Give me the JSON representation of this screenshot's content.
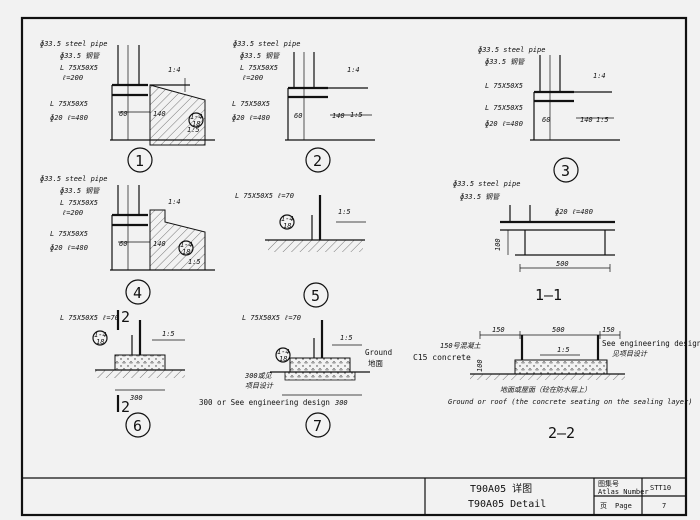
{
  "d1": {
    "pipe": "ɸ33.5 steel pipe",
    "pipe_cn": "ɸ33.5 钢管",
    "angle_top": "L 75X50X5",
    "len200": "ℓ=200",
    "angle": "L 75X50X5",
    "bar": "ɸ20  ℓ=480",
    "dim60": "60",
    "dim140": "140",
    "slope4": "1:4",
    "slope5": "1:5",
    "ref_top": "1-4",
    "ref_bot": "18",
    "num": "1"
  },
  "d2": {
    "pipe": "ɸ33.5 steel pipe",
    "pipe_cn": "ɸ33.5 钢管",
    "angle_top": "L 75X50X5",
    "len200": "ℓ=200",
    "angle": "L 75X50X5",
    "bar": "ɸ20  ℓ=480",
    "dim60": "60",
    "dim140": "140",
    "slope4": "1:4",
    "slope5": "1:5",
    "num": "2"
  },
  "d3": {
    "pipe": "ɸ33.5 steel pipe",
    "pipe_cn": "ɸ33.5 钢管",
    "angle_top": "L 75X50X5",
    "angle": "L 75X50X5",
    "bar": "ɸ20  ℓ=480",
    "dim60": "60",
    "dim140": "140",
    "slope4": "1:4",
    "slope5": "1:5",
    "num": "3"
  },
  "d4": {
    "pipe": "ɸ33.5 steel pipe",
    "pipe_cn": "ɸ33.5 钢管",
    "angle_top": "L 75X50X5",
    "len200": "ℓ=200",
    "angle": "L 75X50X5",
    "bar": "ɸ20  ℓ=480",
    "dim60": "60",
    "dim140": "140",
    "slope4": "1:4",
    "slope5": "1:5",
    "ref_top": "1-4",
    "ref_bot": "18",
    "num": "4"
  },
  "d5": {
    "angle": "L 75X50X5  ℓ=70",
    "slope5": "1:5",
    "ref_top": "1-4",
    "ref_bot": "18",
    "num": "5"
  },
  "s11": {
    "pipe": "ɸ33.5 steel pipe",
    "pipe_cn": "ɸ33.5 钢管",
    "bar": "ɸ20  ℓ=480",
    "dim100": "100",
    "dim500": "500",
    "title": "1—1"
  },
  "d6": {
    "angle": "L 75X50X5  ℓ=70",
    "sec_mark": "2",
    "slope": "1:5",
    "ref_top": "1-4",
    "ref_bot": "18",
    "dim300": "300",
    "num": "6"
  },
  "d7": {
    "angle": "L 75X50X5  ℓ=70",
    "slope": "1:5",
    "ref_top": "1-4",
    "ref_bot": "18",
    "ground": "Ground",
    "ground_cn": "地面",
    "note_cn1": "300或见",
    "note_cn2": "项目设计",
    "note": "300 or See engineering design",
    "dim300": "300",
    "num": "7"
  },
  "s22": {
    "dim150a": "150",
    "dim500": "500",
    "dim150b": "150",
    "conc_cn": "150号混凝土",
    "conc": "C15 concrete",
    "see": "See engineering design",
    "see_cn": "见项目设计",
    "slope": "1:5",
    "dim100": "100",
    "base_cn": "地面或屋面（砼在防水层上）",
    "base": "Ground or roof (the concrete seating on the sealing layer)",
    "title": "2—2"
  },
  "titleblock": {
    "title_cn": "T90A05 详图",
    "title_en": "T90A05 Detail",
    "atlas_cn": "图集号",
    "atlas_en": "Atlas Number",
    "atlas_val": "STT10",
    "page_cn": "页",
    "page_en": "Page",
    "page_val": "7"
  }
}
